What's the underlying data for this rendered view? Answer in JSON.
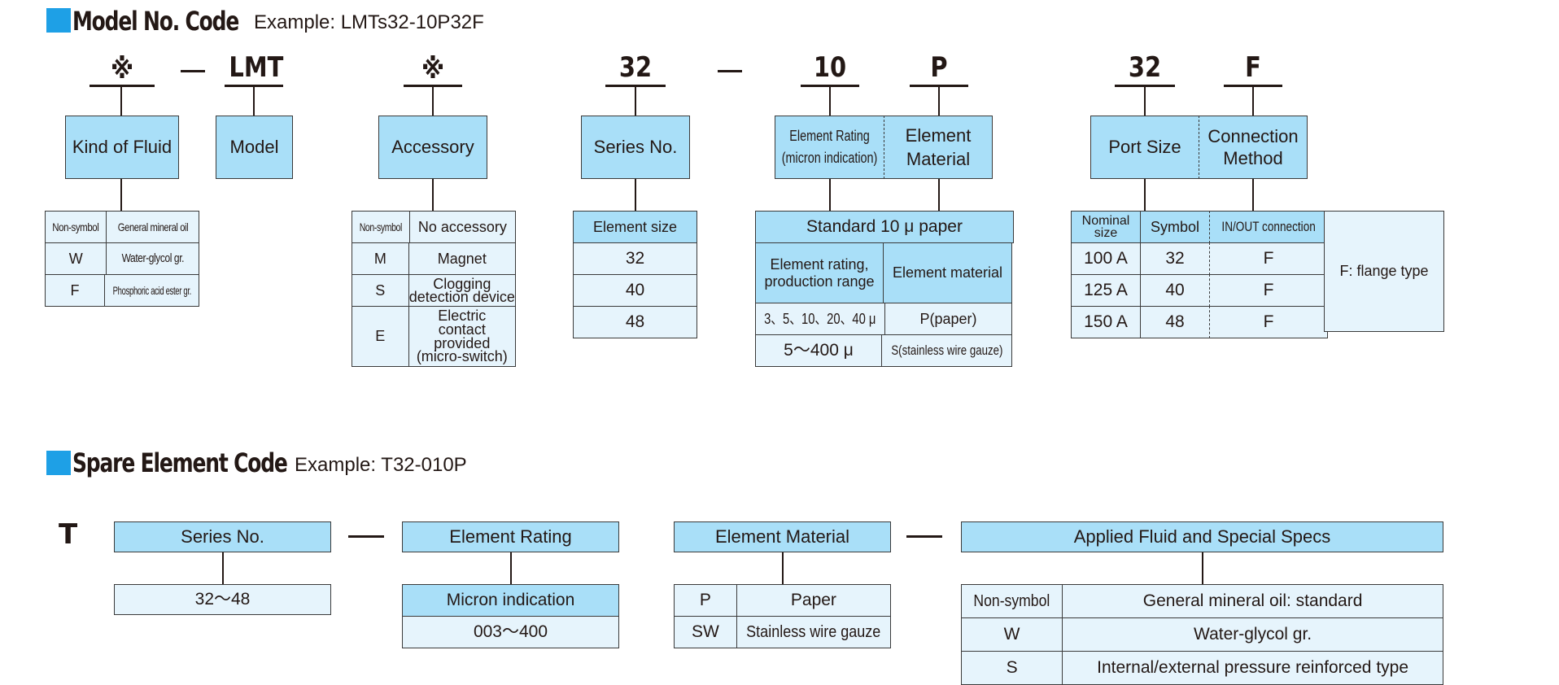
{
  "model_code": {
    "title": "Model No. Code",
    "example": "Example: LMTs32-10P32F",
    "symbols": {
      "s1": "※",
      "s2": "LMT",
      "s3": "※",
      "s4": "32",
      "s5": "10",
      "s6": "P",
      "s7": "32",
      "s8": "F"
    },
    "boxes": {
      "kind_of_fluid": "Kind of Fluid",
      "model": "Model",
      "accessory": "Accessory",
      "series_no": "Series No.",
      "element_rating_1": "Element Rating",
      "element_rating_2": "(micron indication)",
      "element_material_1": "Element",
      "element_material_2": "Material",
      "port_size": "Port Size",
      "connection_1": "Connection",
      "connection_2": "Method"
    },
    "fluid_table": [
      {
        "code": "Non-symbol",
        "desc": "General mineral oil"
      },
      {
        "code": "W",
        "desc": "Water-glycol gr."
      },
      {
        "code": "F",
        "desc": "Phosphoric acid ester gr."
      }
    ],
    "accessory_table": [
      {
        "code": "Non-symbol",
        "desc": "No accessory"
      },
      {
        "code": "M",
        "desc": "Magnet"
      },
      {
        "code": "S",
        "desc_1": "Clogging",
        "desc_2": "detection device"
      },
      {
        "code": "E",
        "desc_1": "Electric",
        "desc_2": "contact",
        "desc_3": "provided",
        "desc_4": "(micro-switch)"
      }
    ],
    "series_table": {
      "header": "Element size",
      "rows": [
        "32",
        "40",
        "48"
      ]
    },
    "element_table": {
      "header": "Standard 10 μ paper",
      "col1_1": "Element rating,",
      "col1_2": "production range",
      "col2": "Element material",
      "rows": [
        {
          "rating": "3、5、10、20、40 μ",
          "material": "P(paper)"
        },
        {
          "rating": "5～400 μ",
          "material": "S(stainless wire gauze)"
        }
      ]
    },
    "port_table": {
      "h1_1": "Nominal",
      "h1_2": "size",
      "h2": "Symbol",
      "h3": "IN/OUT connection",
      "rows": [
        {
          "size": "100 A",
          "symbol": "32",
          "conn": "F"
        },
        {
          "size": "125 A",
          "symbol": "40",
          "conn": "F"
        },
        {
          "size": "150 A",
          "symbol": "48",
          "conn": "F"
        }
      ],
      "note": "F: flange type"
    }
  },
  "spare_code": {
    "title": "Spare Element Code",
    "example": "Example: T32-010P",
    "prefix": "T",
    "boxes": {
      "series": "Series No.",
      "rating": "Element Rating",
      "material": "Element Material",
      "fluid": "Applied Fluid and Special Specs"
    },
    "series_value": "32～48",
    "rating_table": {
      "header": "Micron indication",
      "value": "003～400"
    },
    "material_table": [
      {
        "code": "P",
        "desc": "Paper"
      },
      {
        "code": "SW",
        "desc": "Stainless wire gauze"
      }
    ],
    "fluid_table": [
      {
        "code": "Non-symbol",
        "desc": "General mineral oil: standard"
      },
      {
        "code": "W",
        "desc": "Water-glycol gr."
      },
      {
        "code": "S",
        "desc": "Internal/external pressure reinforced type"
      }
    ]
  }
}
